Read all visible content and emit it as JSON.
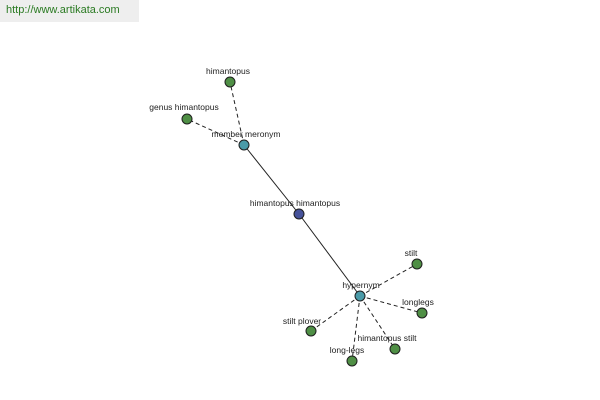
{
  "header": {
    "url": "http://www.artikata.com"
  },
  "colors": {
    "leaf": "#4f8f45",
    "relation": "#4a9aa8",
    "center": "#46529a",
    "url_text": "#2a7a22"
  },
  "graph": {
    "nodes": [
      {
        "id": "center",
        "label": "himantopus himantopus",
        "kind": "center"
      },
      {
        "id": "member_meronym",
        "label": "member meronym",
        "kind": "relation"
      },
      {
        "id": "hypernym",
        "label": "hypernym",
        "kind": "relation"
      },
      {
        "id": "himantopus",
        "label": "himantopus",
        "kind": "leaf"
      },
      {
        "id": "genus_himantopus",
        "label": "genus himantopus",
        "kind": "leaf"
      },
      {
        "id": "stilt",
        "label": "stilt",
        "kind": "leaf"
      },
      {
        "id": "longlegs",
        "label": "longlegs",
        "kind": "leaf"
      },
      {
        "id": "himantopus_stilt",
        "label": "himantopus stilt",
        "kind": "leaf"
      },
      {
        "id": "long_legs",
        "label": "long-legs",
        "kind": "leaf"
      },
      {
        "id": "stilt_plover",
        "label": "stilt plover",
        "kind": "leaf"
      }
    ],
    "edges": [
      {
        "from": "center",
        "to": "member_meronym",
        "style": "solid"
      },
      {
        "from": "center",
        "to": "hypernym",
        "style": "solid"
      },
      {
        "from": "member_meronym",
        "to": "himantopus",
        "style": "dashed"
      },
      {
        "from": "member_meronym",
        "to": "genus_himantopus",
        "style": "dashed"
      },
      {
        "from": "hypernym",
        "to": "stilt",
        "style": "dashed"
      },
      {
        "from": "hypernym",
        "to": "longlegs",
        "style": "dashed"
      },
      {
        "from": "hypernym",
        "to": "himantopus_stilt",
        "style": "dashed"
      },
      {
        "from": "hypernym",
        "to": "long_legs",
        "style": "dashed"
      },
      {
        "from": "hypernym",
        "to": "stilt_plover",
        "style": "dashed"
      }
    ]
  }
}
